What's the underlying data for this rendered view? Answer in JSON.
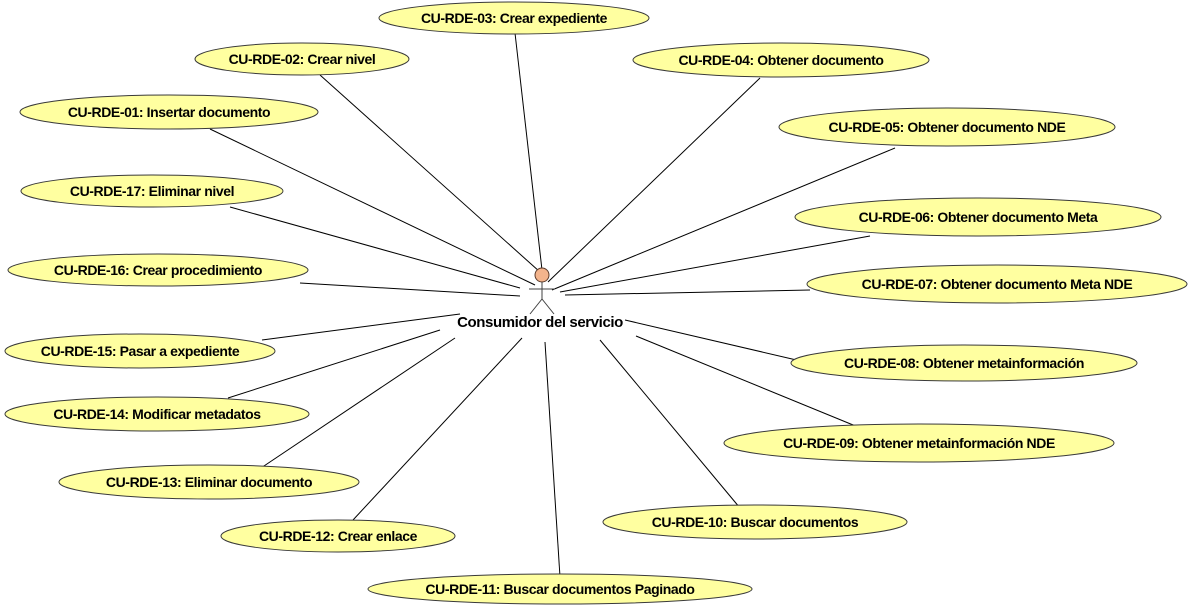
{
  "actor": {
    "name": "Consumidor del servicio"
  },
  "use_cases": [
    {
      "id": "rde-03",
      "label": "CU-RDE-03: Crear expediente"
    },
    {
      "id": "rde-02",
      "label": "CU-RDE-02: Crear nivel"
    },
    {
      "id": "rde-04",
      "label": "CU-RDE-04: Obtener documento"
    },
    {
      "id": "rde-01",
      "label": "CU-RDE-01: Insertar documento"
    },
    {
      "id": "rde-05",
      "label": "CU-RDE-05: Obtener documento NDE"
    },
    {
      "id": "rde-17",
      "label": "CU-RDE-17: Eliminar nivel"
    },
    {
      "id": "rde-06",
      "label": "CU-RDE-06: Obtener documento Meta"
    },
    {
      "id": "rde-16",
      "label": "CU-RDE-16: Crear procedimiento"
    },
    {
      "id": "rde-07",
      "label": "CU-RDE-07: Obtener documento Meta NDE"
    },
    {
      "id": "rde-15",
      "label": "CU-RDE-15: Pasar a expediente"
    },
    {
      "id": "rde-08",
      "label": "CU-RDE-08: Obtener metainformación"
    },
    {
      "id": "rde-14",
      "label": "CU-RDE-14: Modificar metadatos"
    },
    {
      "id": "rde-09",
      "label": "CU-RDE-09: Obtener metainformación NDE"
    },
    {
      "id": "rde-13",
      "label": "CU-RDE-13: Eliminar documento"
    },
    {
      "id": "rde-12",
      "label": "CU-RDE-12: Crear enlace"
    },
    {
      "id": "rde-10",
      "label": "CU-RDE-10: Buscar documentos"
    },
    {
      "id": "rde-11",
      "label": "CU-RDE-11: Buscar documentos Paginado"
    }
  ]
}
